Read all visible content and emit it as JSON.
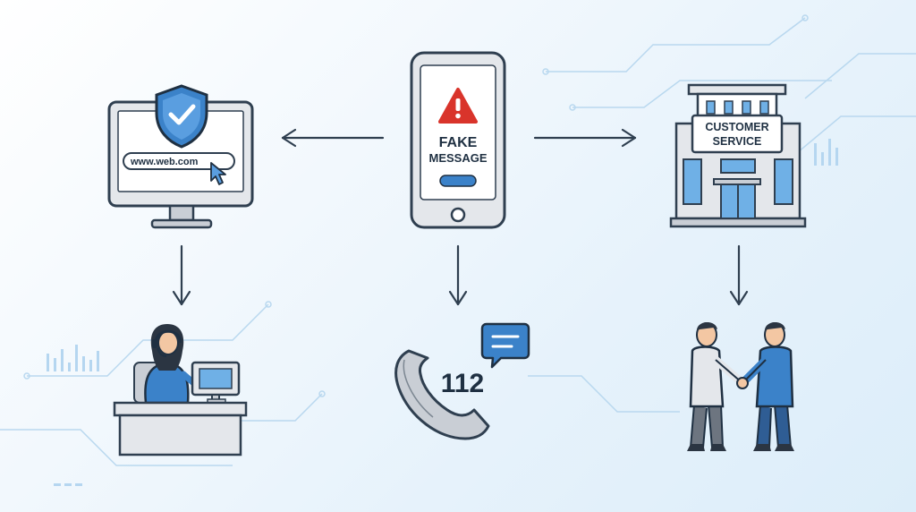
{
  "computer": {
    "url_text": "www.web.com"
  },
  "phone": {
    "line1": "FAKE",
    "line2": "MESSAGE"
  },
  "building": {
    "sign_line1": "CUSTOMER",
    "sign_line2": "SERVICE"
  },
  "emergency": {
    "number": "112"
  },
  "colors": {
    "outline": "#2f3f50",
    "accent_blue": "#3b82c9",
    "light_blue": "#6fb0e6",
    "alert_red": "#d9342b",
    "gray_fill": "#e4e7eb"
  }
}
